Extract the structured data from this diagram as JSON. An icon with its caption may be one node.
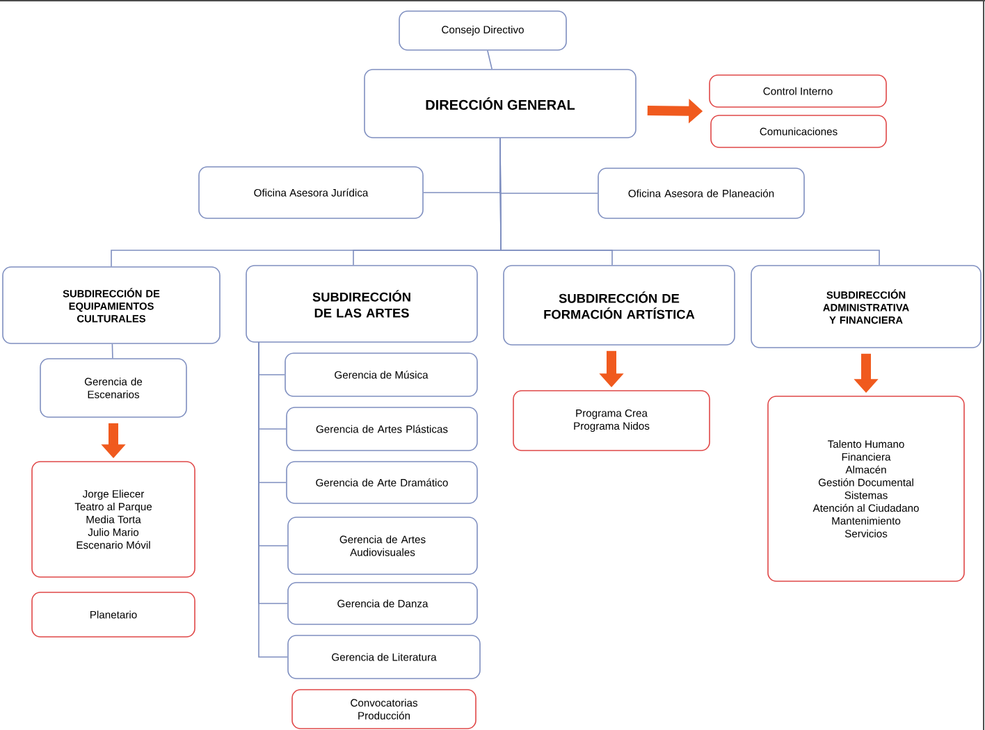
{
  "diagram": {
    "nodes": [
      {
        "text": [
          "Consejo Directivo"
        ]
      },
      {
        "text": [
          "DIRECCIÓN GENERAL"
        ]
      },
      {
        "text": [
          "Control Interno"
        ]
      },
      {
        "text": [
          "Comunicaciones"
        ]
      },
      {
        "text": [
          "Oficina Asesora Jurídica"
        ]
      },
      {
        "text": [
          "Oficina Asesora de Planeación"
        ]
      },
      {
        "text": [
          "SUBDIRECCIÓN DE EQUIPAMIENTOS CULTURALES"
        ]
      },
      {
        "text": [
          "SUBDIRECCIÓN DE LAS ARTES"
        ]
      },
      {
        "text": [
          "SUBDIRECCIÓN DE FORMACIÓN ARTÍSTICA"
        ]
      },
      {
        "text": [
          "SUBDIRECCIÓN ADMINISTRATIVA Y FINANCIERA"
        ]
      },
      {
        "text": [
          "Gerencia de Escenarios"
        ]
      },
      {
        "text": [
          "Jorge Eliecer",
          "Teatro al Parque",
          "Media Torta",
          "Julio Mario",
          "Escenario Móvil"
        ]
      },
      {
        "text": [
          "Planetario"
        ]
      },
      {
        "text": [
          "Gerencia de Música"
        ]
      },
      {
        "text": [
          "Gerencia de Artes Plásticas"
        ]
      },
      {
        "text": [
          "Gerencia de Arte Dramático"
        ]
      },
      {
        "text": [
          "Gerencia de Artes Audiovisuales"
        ]
      },
      {
        "text": [
          "Gerencia de Danza"
        ]
      },
      {
        "text": [
          "Gerencia de Literatura"
        ]
      },
      {
        "text": [
          "Convocatorias",
          "Producción"
        ]
      },
      {
        "text": [
          "Programa Crea",
          "Programa Nidos"
        ]
      },
      {
        "text": [
          "Talento Humano",
          "Financiera",
          "Almacén",
          "Gestión Documental",
          "Sistemas",
          "Atención al Ciudadano",
          "Mantenimiento",
          "Servicios"
        ]
      }
    ],
    "edges": [
      {
        "from": 0,
        "to": 1,
        "arrow": "none"
      },
      {
        "from": 1,
        "to": 2,
        "arrow": "to",
        "style": "thick",
        "color": "#f05a1e"
      },
      {
        "from": 1,
        "to": 3,
        "arrow": "to",
        "style": "thick",
        "color": "#f05a1e"
      },
      {
        "from": 1,
        "to": 4,
        "arrow": "none"
      },
      {
        "from": 1,
        "to": 5,
        "arrow": "none"
      },
      {
        "from": 1,
        "to": 6,
        "arrow": "none"
      },
      {
        "from": 1,
        "to": 7,
        "arrow": "none"
      },
      {
        "from": 1,
        "to": 8,
        "arrow": "none"
      },
      {
        "from": 1,
        "to": 9,
        "arrow": "none"
      },
      {
        "from": 6,
        "to": 10,
        "arrow": "none"
      },
      {
        "from": 10,
        "to": 11,
        "arrow": "to",
        "style": "thick",
        "color": "#f05a1e"
      },
      {
        "from": 7,
        "to": 13,
        "arrow": "none"
      },
      {
        "from": 7,
        "to": 14,
        "arrow": "none"
      },
      {
        "from": 7,
        "to": 15,
        "arrow": "none"
      },
      {
        "from": 7,
        "to": 16,
        "arrow": "none"
      },
      {
        "from": 7,
        "to": 17,
        "arrow": "none"
      },
      {
        "from": 7,
        "to": 18,
        "arrow": "none"
      },
      {
        "from": 8,
        "to": 20,
        "arrow": "to",
        "style": "thick",
        "color": "#f05a1e"
      },
      {
        "from": 9,
        "to": 21,
        "arrow": "to",
        "style": "thick",
        "color": "#f05a1e"
      }
    ]
  }
}
